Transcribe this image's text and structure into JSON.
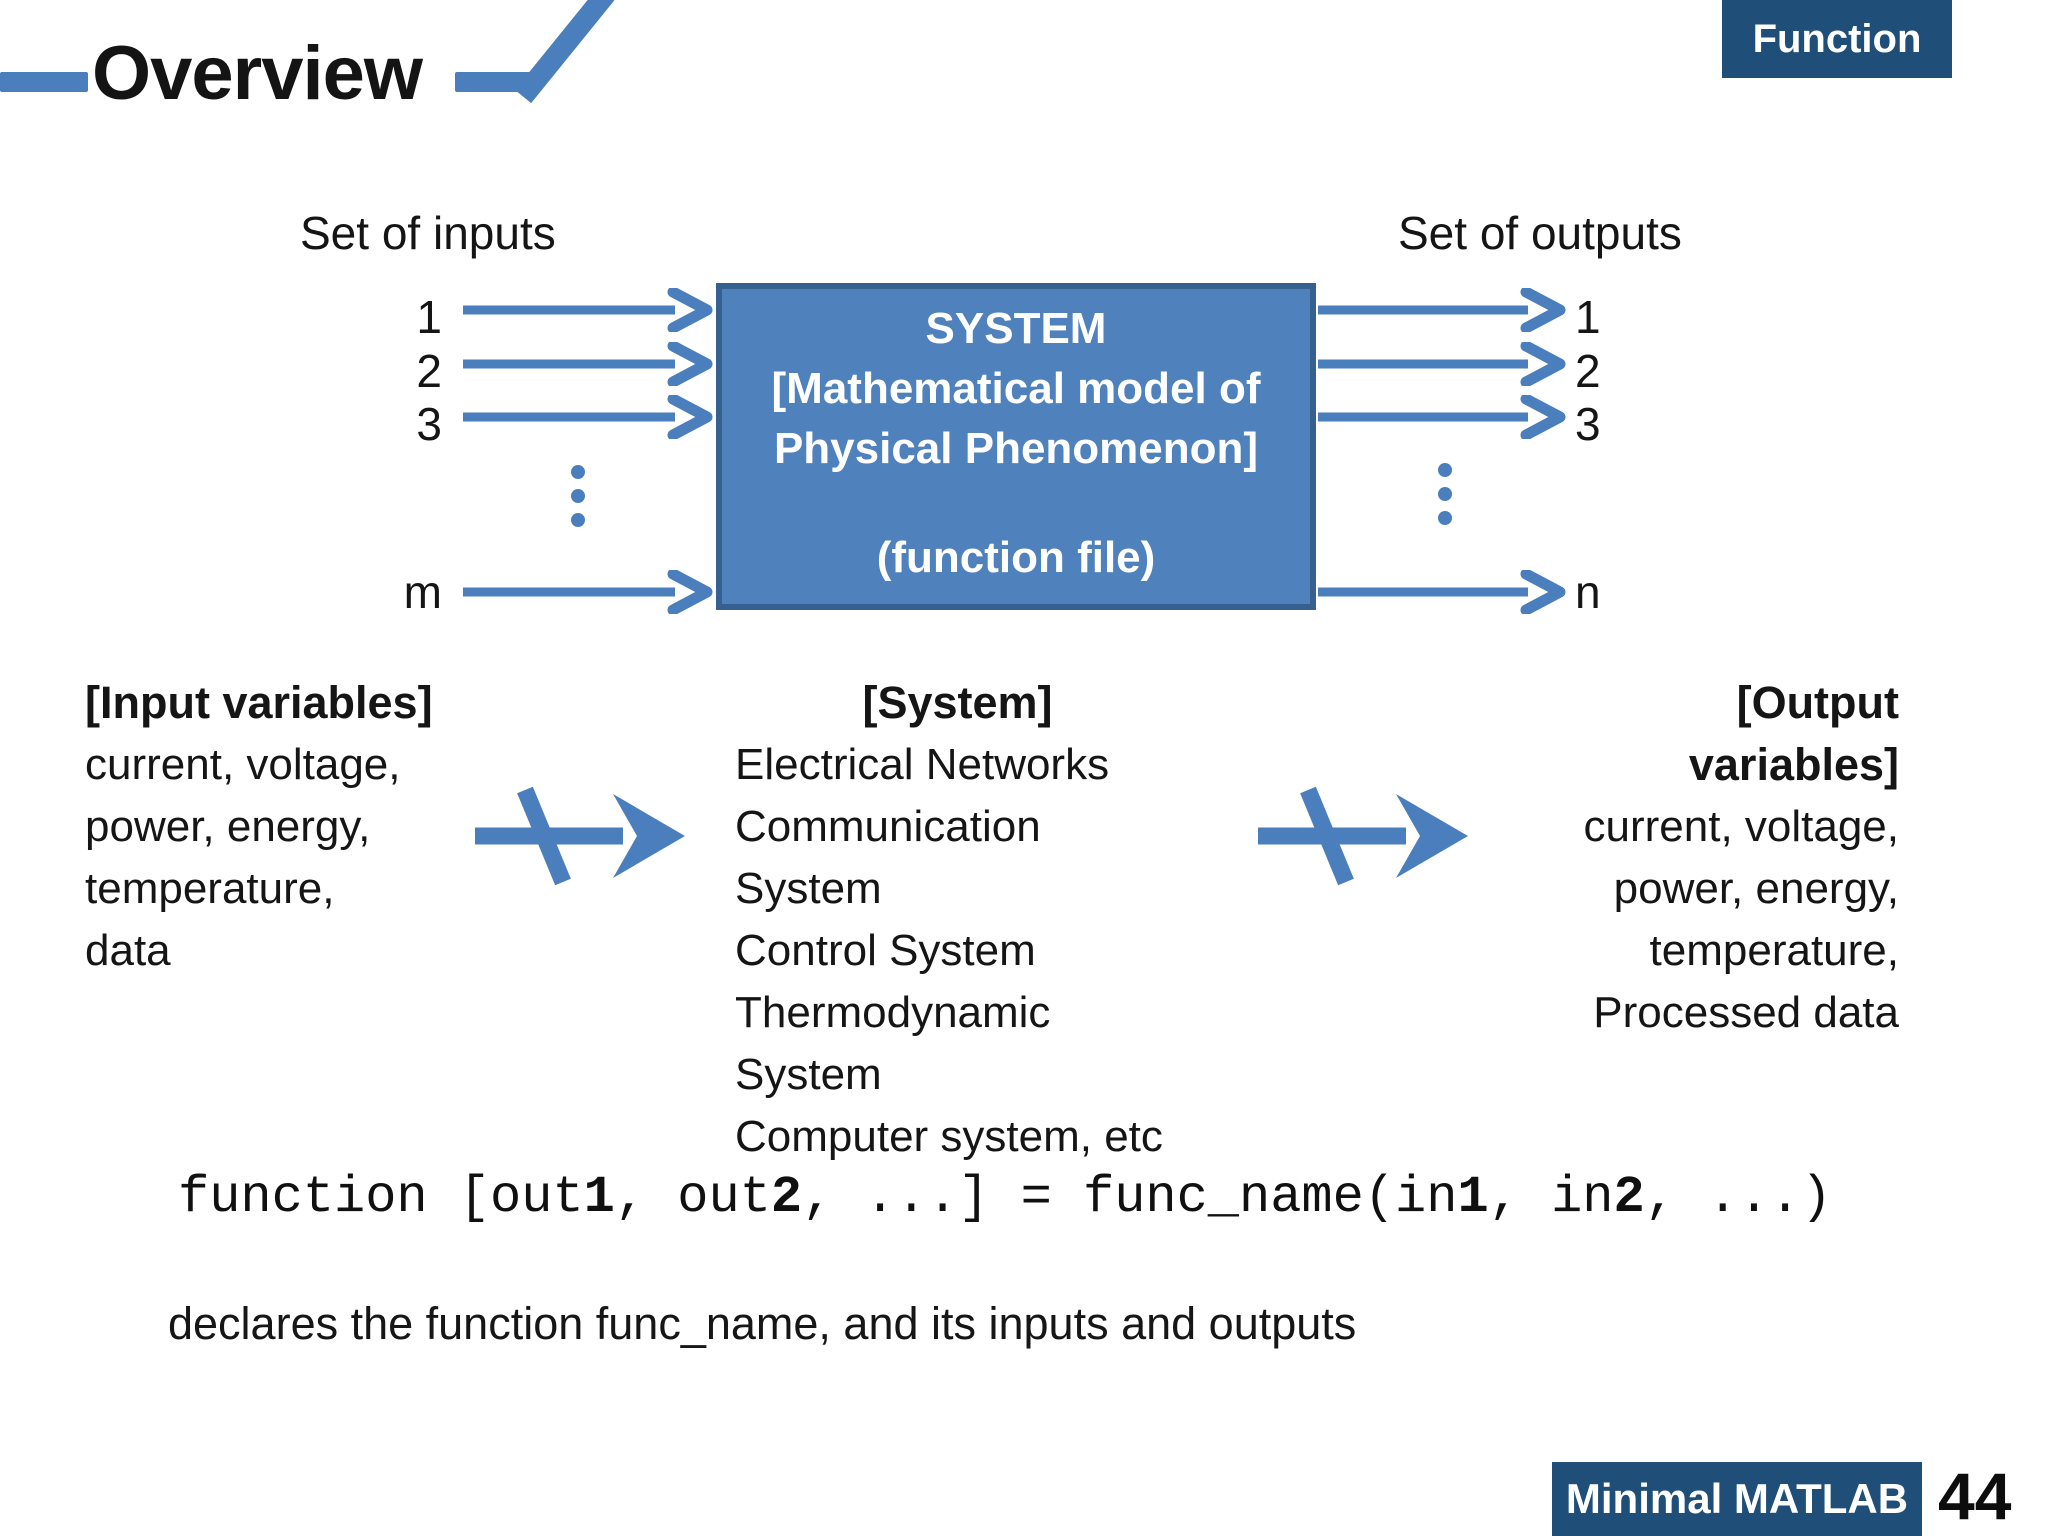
{
  "slide": {
    "title": "Overview",
    "corner_tag": "Function",
    "footer_badge": "Minimal MATLAB",
    "page_number": "44"
  },
  "colors": {
    "accent_blue": "#4a7ebd",
    "box_fill": "#4f81bd",
    "box_border": "#36608f",
    "dark_blue": "#1f4e79",
    "text": "#151515"
  },
  "diagram": {
    "inputs_label": "Set of inputs",
    "outputs_label": "Set of outputs",
    "input_ports": [
      "1",
      "2",
      "3"
    ],
    "input_last_port": "m",
    "output_ports": [
      "1",
      "2",
      "3"
    ],
    "output_last_port": "n",
    "box_lines": [
      "SYSTEM",
      "[Mathematical model of",
      "Physical Phenomenon]",
      "(function file)"
    ]
  },
  "columns": {
    "input": {
      "header": "[Input variables]",
      "lines": [
        "current, voltage,",
        "power, energy,",
        "temperature,",
        "data"
      ]
    },
    "system": {
      "header": "[System]",
      "lines": [
        "Electrical Networks",
        "Communication System",
        "Control System",
        "Thermodynamic System",
        "Computer system, etc"
      ]
    },
    "output": {
      "header": "[Output variables]",
      "lines": [
        "current, voltage,",
        "power, energy,",
        "temperature,",
        "Processed data"
      ]
    }
  },
  "code": {
    "parts": [
      {
        "t": "function [out",
        "b": false
      },
      {
        "t": "1",
        "b": true
      },
      {
        "t": ", out",
        "b": false
      },
      {
        "t": "2",
        "b": true
      },
      {
        "t": ", ...] = func_name(in",
        "b": false
      },
      {
        "t": "1",
        "b": true
      },
      {
        "t": ", in",
        "b": false
      },
      {
        "t": "2",
        "b": true
      },
      {
        "t": ", ...)",
        "b": false
      }
    ],
    "description": "declares the function  func_name, and its inputs and outputs"
  }
}
